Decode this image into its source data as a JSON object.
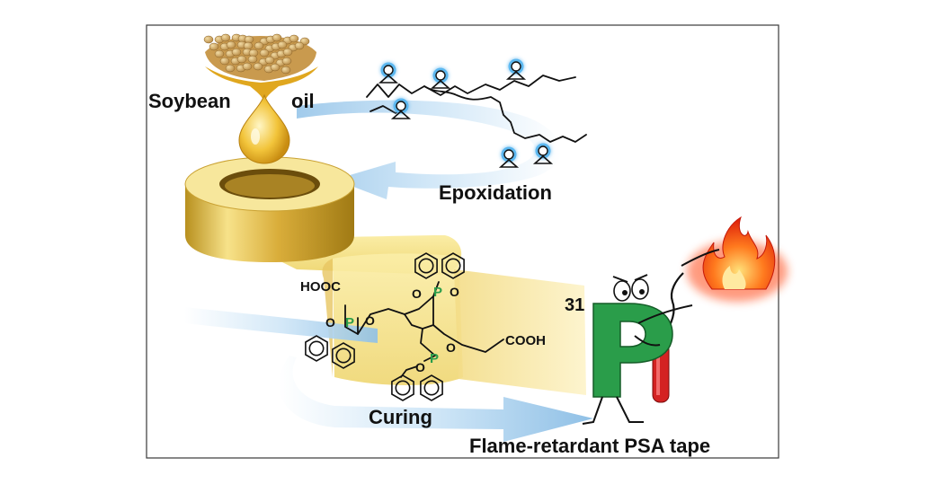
{
  "labels": {
    "soybean": "Soybean",
    "oil": "oil",
    "epoxidation": "Epoxidation",
    "curing": "Curing",
    "tape": "Flame-retardant PSA tape",
    "element_number": "31",
    "element_symbol": "P"
  },
  "chem": {
    "hooc": "HOOC",
    "cooh": "COOH",
    "p": "P",
    "o": "O"
  },
  "colors": {
    "frame": "#3a3a3a",
    "arrow": "#b9d9f0",
    "tape_gold": "#e8c85a",
    "phosphorus": "#2a9d4a",
    "epoxide_glow": "#5bb8f0",
    "extinguisher": "#d42222",
    "flame": "#ff5a1a"
  }
}
